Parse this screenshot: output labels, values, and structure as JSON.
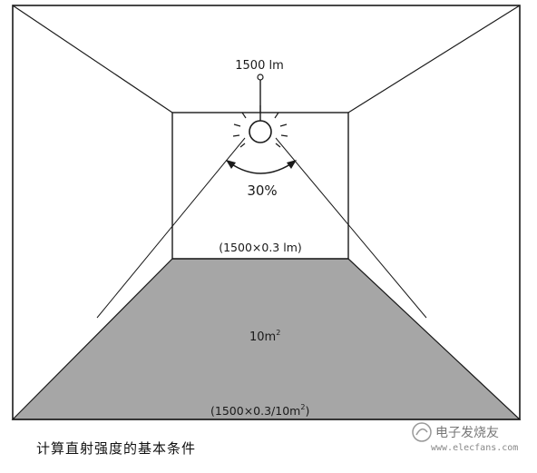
{
  "diagram": {
    "lamp_flux": "1500 lm",
    "beam_angle": "30%",
    "back_wall_label": "(1500×0.3 lm)",
    "floor_area": "10m",
    "floor_area_sup": "2",
    "floor_illuminance_prefix": "(1500×0.3/10m",
    "floor_illuminance_sup": "2",
    "floor_illuminance_suffix": ")",
    "caption": "计算直射强度的基本条件"
  },
  "watermark": {
    "text": "电子发烧友",
    "url": "www.elecfans.com"
  },
  "colors": {
    "floor": "#a6a6a6",
    "lines": "#1a1a1a"
  }
}
